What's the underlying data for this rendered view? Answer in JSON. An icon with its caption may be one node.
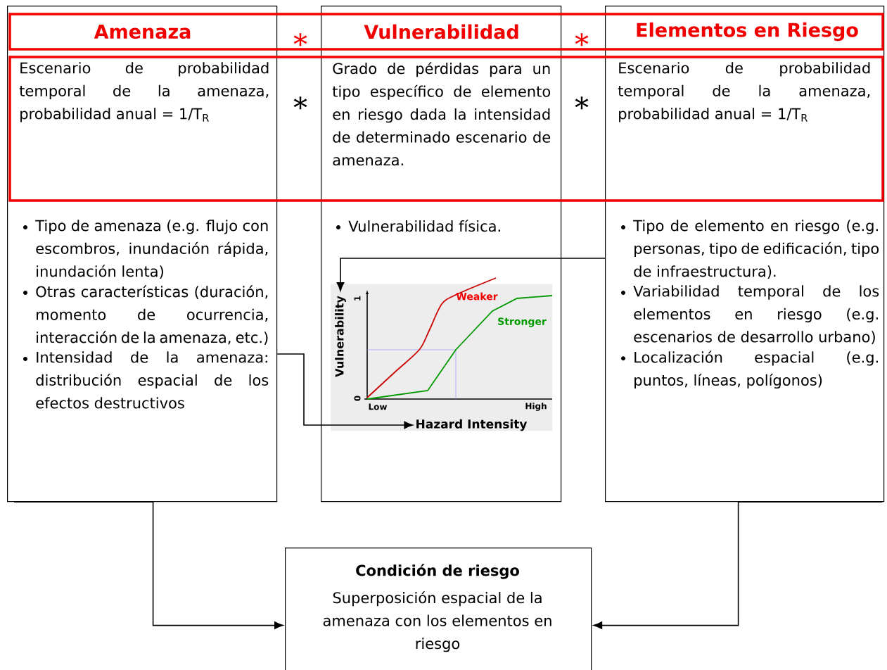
{
  "diagram": {
    "nodes": [
      {
        "text": [
          "Amenaza",
          "Escenario de probabilidad temporal de la amenaza, probabilidad anual = 1/T$_{R}$",
          "Tipo de amenaza (e.g. flujo con escombros, inundación rápida, inundación lenta)",
          "Otras características (duración, momento de ocurrencia, interacción de la amenaza, etc.)",
          "Intensidad de la amenaza: distribución espacial de los efectos destructivos"
        ]
      },
      {
        "text": [
          "Vulnerabilidad",
          "Grado de pérdidas para un tipo específico de elemento en riesgo dada la intensidad de determinado escenario de amenaza.",
          "Vulnerabilidad física."
        ]
      },
      {
        "text": [
          "Weaker",
          "Stronger",
          "1",
          "0",
          "Low",
          "High"
        ],
        "in": 1
      },
      {
        "text": [
          "Vulnerability"
        ],
        "in": 2
      },
      {
        "text": [
          "Hazard Intensity"
        ],
        "in": 2
      },
      {
        "text": [
          "Elementos en Riesgo",
          "Escenario de probabilidad temporal de la amenaza, probabilidad anual = 1/T$_{R}$",
          "Tipo de elemento en riesgo (e.g. personas, tipo de edificación, tipo de infraestructura).",
          "Variabilidad temporal de los elementos en riesgo (e.g. escenarios de desarrollo urbano)",
          "Localización espacial (e.g. puntos, líneas, polígonos)"
        ]
      },
      {
        "text": [
          "Condición de riesgo",
          "Superposición espacial de la amenaza con los elementos en riesgo"
        ]
      }
    ],
    "edges": [
      {
        "from": 0,
        "to": 6,
        "arrow": "to"
      },
      {
        "from": 5,
        "to": 6,
        "arrow": "to"
      },
      {
        "from": 5,
        "to": 3,
        "arrow": "to"
      },
      {
        "from": 0,
        "to": 4,
        "arrow": "to"
      }
    ],
    "labels": [
      "*",
      "*",
      "*",
      "*"
    ]
  }
}
